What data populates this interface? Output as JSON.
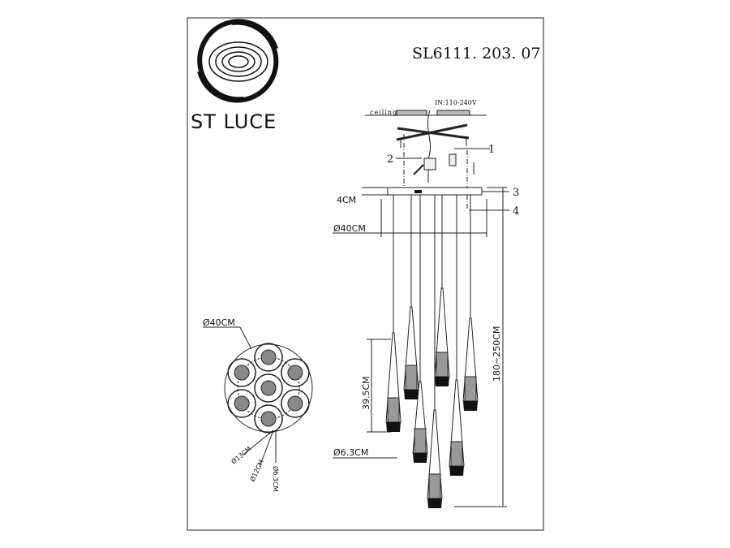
{
  "model": "SL6111. 203. 07",
  "brand": "ST LUCE",
  "voltage": "IN:110-240V",
  "ceiling_label": "ceiling",
  "callouts": [
    "1",
    "2",
    "3",
    "4"
  ],
  "dims": {
    "canopy_height": "4CM",
    "canopy_diameter": "Ø40CM",
    "total_height": "180~250CM",
    "shade_height": "39.5CM",
    "shade_diameter": "Ø6.3CM",
    "top_diameter": "Ø40CM",
    "ring_outer": "Ø13CM",
    "ring_inner": "Ø12CM",
    "shade_small": "Ø6.3CM"
  }
}
